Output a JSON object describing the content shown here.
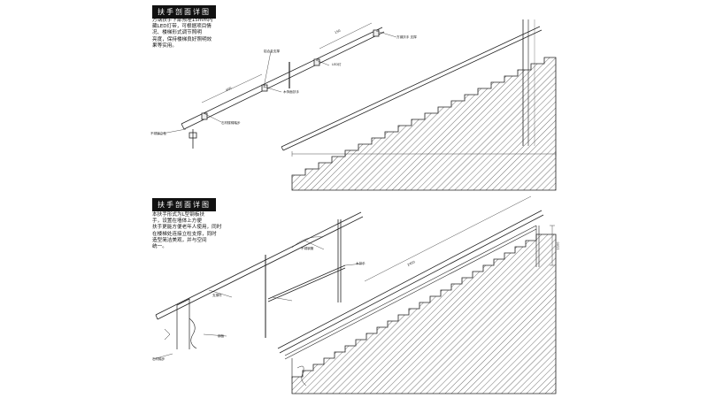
{
  "section1": {
    "title": "扶手剖面详图",
    "note": "方钢扶手下部预埋15mm内\n藏LED灯带，可根据项目情\n况、楼梯形式调节照明\n亮度，保持楼梯良好照明效\n果等实用。",
    "dims": [
      "150",
      "400"
    ],
    "callouts": [
      "方钢扶手 支撑",
      "LED灯",
      "木饰面扶手",
      "石材楼梯踏步",
      "不锈钢立柱",
      "铝合金支撑"
    ]
  },
  "section2": {
    "title": "扶手剖面详图",
    "note": "本扶手形式为L型钢板扶\n手，设置在墙体上方便\n扶手更能方便老年人使用，同时\n在楼梯处连接立柱支撑，同时\n造型简洁美观，并与空间\n统一。",
    "dims": [
      "1100",
      "2450"
    ],
    "callouts": [
      "不锈钢管",
      "木扶手",
      "支撑件",
      "钢板",
      "石材踏步"
    ]
  }
}
